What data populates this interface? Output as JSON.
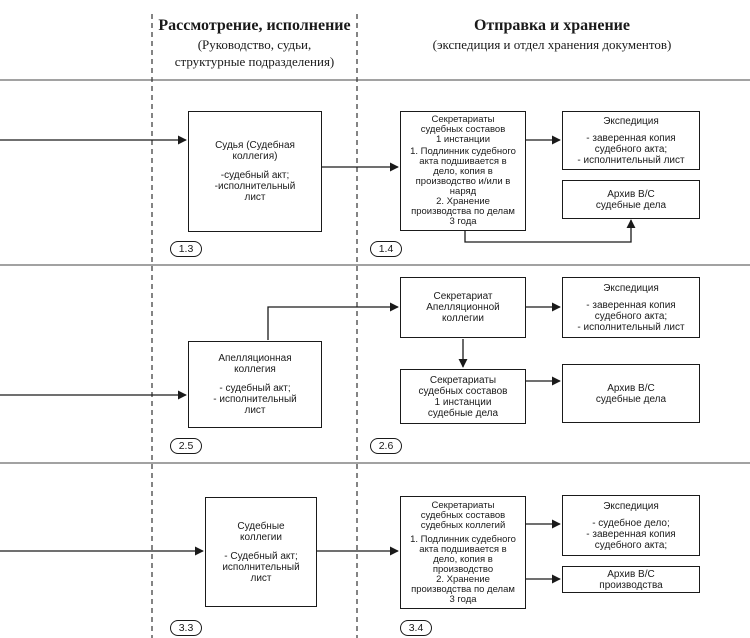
{
  "columns": [
    {
      "title": "Рассмотрение, исполнение",
      "subtitle": "(Руководство, судьи,\nструктурные подразделения)"
    },
    {
      "title": "Отправка и хранение",
      "subtitle": "(экспедиция и отдел хранения документов)"
    }
  ],
  "boxes": {
    "b13": {
      "lines": [
        "Судья (Судебная\nколлегия)",
        "",
        "-судебный акт;\n-исполнительный\nлист"
      ]
    },
    "b14": {
      "lines": [
        "Секретариаты\nсудебных составов\n1 инстанции",
        "",
        "1. Подлинник судебного\nакта подшивается в\nдело, копия в\nпроизводство и/или в\nнаряд\n2. Хранение\nпроизводства по делам\n3 года"
      ]
    },
    "exp1": {
      "lines": [
        "Экспедиция",
        "",
        "- заверенная копия\nсудебного акта;\n- исполнительный лист"
      ]
    },
    "arch1": {
      "lines": [
        "Архив В/С\nсудебные дела"
      ]
    },
    "b25": {
      "lines": [
        "Апелляционная\nколлегия",
        "",
        "- судебный акт;\n- исполнительный\nлист"
      ]
    },
    "sec2": {
      "lines": [
        "Секретариат\nАпелляционной\nколлегии"
      ]
    },
    "exp2": {
      "lines": [
        "Экспедиция",
        "",
        "- заверенная копия\nсудебного акта;\n- исполнительный лист"
      ]
    },
    "sec26": {
      "lines": [
        "Секретариаты\nсудебных составов\n1 инстанции\nсудебные дела"
      ]
    },
    "arch2": {
      "lines": [
        "Архив В/С\nсудебные дела"
      ]
    },
    "b33": {
      "lines": [
        "Судебные\nколлегии",
        "",
        "- Судебный акт;\nисполнительный\nлист"
      ]
    },
    "b34": {
      "lines": [
        "Секретариаты\nсудебных составов\nсудебных коллегий",
        "",
        "1. Подлинник судебного\nакта подшивается в\nдело, копия в\nпроизводство\n2. Хранение\nпроизводства по делам\n3 года"
      ]
    },
    "exp3": {
      "lines": [
        "Экспедиция",
        "",
        "- судебное дело;\n- заверенная копия\nсудебного акта;"
      ]
    },
    "arch3": {
      "lines": [
        "Архив В/С\nпроизводства"
      ]
    }
  },
  "badges": {
    "n13": "1.3",
    "n14": "1.4",
    "n25": "2.5",
    "n26": "2.6",
    "n33": "3.3",
    "n34": "3.4"
  }
}
